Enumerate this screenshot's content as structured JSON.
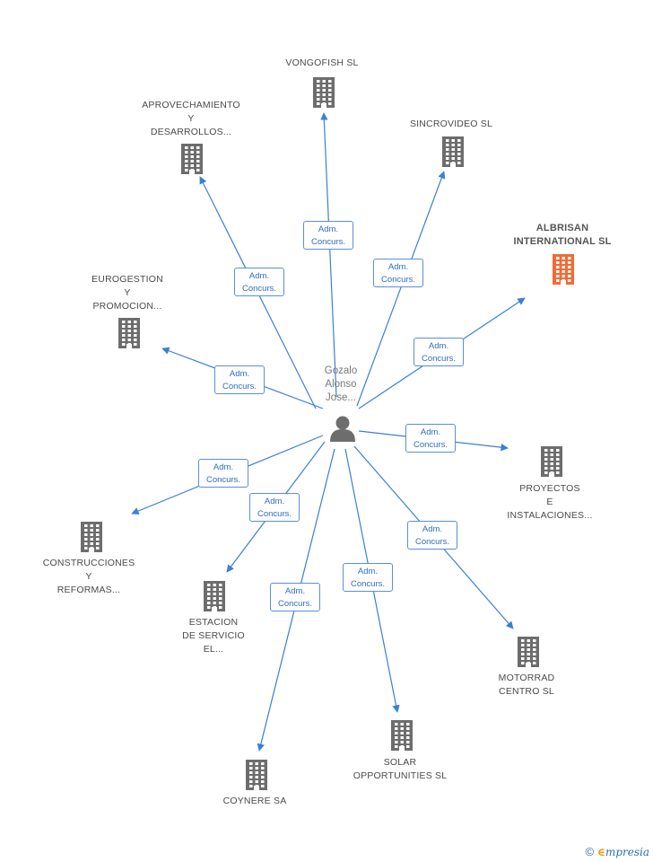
{
  "colors": {
    "edge": "#3a7fd5",
    "building": "#6d6d6d",
    "building_highlight": "#f26b35",
    "edge_label_text": "#2f6dbf",
    "node_label": "#4a4a4a"
  },
  "person": {
    "icon": "person-icon",
    "name_lines": [
      "Gozalo",
      "Alonso",
      "Jose..."
    ]
  },
  "edge_label": [
    "Adm.",
    "Concurs."
  ],
  "companies": [
    {
      "id": "vongofish",
      "lines": [
        "VONGOFISH SL"
      ],
      "highlight": false
    },
    {
      "id": "aprovechamiento",
      "lines": [
        "APROVECHAMIENTO",
        "Y",
        "DESARROLLOS..."
      ],
      "highlight": false
    },
    {
      "id": "sincrovideo",
      "lines": [
        "SINCROVIDEO SL"
      ],
      "highlight": false
    },
    {
      "id": "albrisan",
      "lines": [
        "ALBRISAN",
        "INTERNATIONAL SL"
      ],
      "highlight": true
    },
    {
      "id": "eurogestion",
      "lines": [
        "EUROGESTION",
        "Y",
        "PROMOCION..."
      ],
      "highlight": false
    },
    {
      "id": "proyectos",
      "lines": [
        "PROYECTOS",
        "E",
        "INSTALACIONES..."
      ],
      "highlight": false
    },
    {
      "id": "construcciones",
      "lines": [
        "CONSTRUCCIONES",
        "Y",
        "REFORMAS..."
      ],
      "highlight": false
    },
    {
      "id": "estacion",
      "lines": [
        "ESTACION",
        "DE SERVICIO",
        "EL..."
      ],
      "highlight": false
    },
    {
      "id": "motorrad",
      "lines": [
        "MOTORRAD",
        "CENTRO SL"
      ],
      "highlight": false
    },
    {
      "id": "solar",
      "lines": [
        "SOLAR",
        "OPPORTUNITIES SL"
      ],
      "highlight": false
    },
    {
      "id": "coynere",
      "lines": [
        "COYNERE SA"
      ],
      "highlight": false
    }
  ],
  "footer": {
    "copyright": "©",
    "brand_first": "∈",
    "brand_rest": "mpresia"
  }
}
